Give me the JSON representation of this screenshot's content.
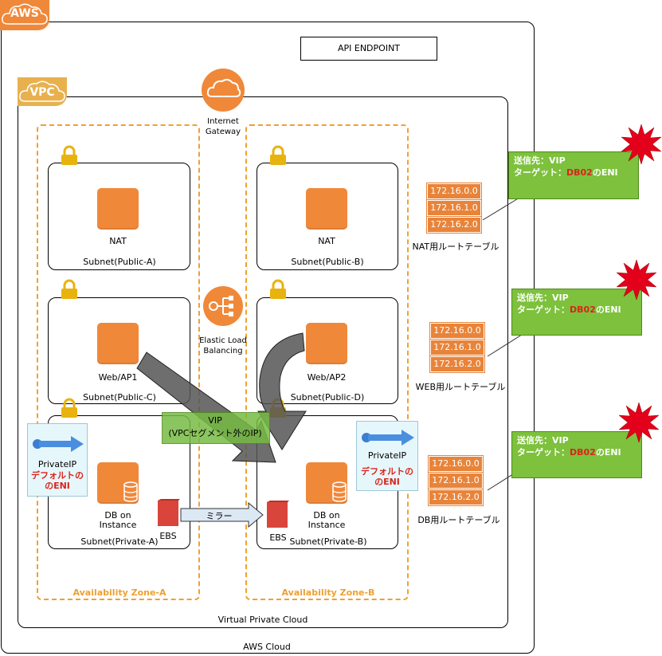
{
  "badges": {
    "aws": "AWS",
    "vpc": "VPC"
  },
  "api_endpoint": "API ENDPOINT",
  "aws_cloud": "AWS Cloud",
  "vpc_label": "Virtual Private Cloud",
  "igw": {
    "line1": "Internet",
    "line2": "Gateway"
  },
  "elb": {
    "line1": "Elastic Load",
    "line2": "Balancing"
  },
  "zones": {
    "a": "Availability Zone-A",
    "b": "Availability Zone-B"
  },
  "subnets": {
    "public_a": "Subnet(Public-A)",
    "public_b": "Subnet(Public-B)",
    "public_c": "Subnet(Public-C)",
    "public_d": "Subnet(Public-D)",
    "private_a": "Subnet(Private-A)",
    "private_b": "Subnet(Private-B)"
  },
  "instances": {
    "nat_a": "NAT",
    "nat_b": "NAT",
    "web_ap1": "Web/AP1",
    "web_ap2": "Web/AP2",
    "db_a_1": "DB on",
    "db_a_2": "Instance",
    "db_b_1": "DB on",
    "db_b_2": "Instance"
  },
  "ebs": {
    "a": "EBS",
    "b": "EBS"
  },
  "mirror": "ミラー",
  "vip": {
    "line1": "VIP",
    "line2": "(VPCセグメント外のIP)"
  },
  "eni": {
    "a": {
      "ip": "PrivateIP",
      "line1": "デフォルトの",
      "line2": "のENI"
    },
    "b": {
      "ip": "PrivateIP",
      "line1": "デフォルトの",
      "line2": "のENI"
    }
  },
  "route_tables": [
    {
      "caption": "NAT用ルートテーブル",
      "rows": [
        "172.16.0.0",
        "172.16.1.0",
        "172.16.2.0"
      ]
    },
    {
      "caption": "WEB用ルートテーブル",
      "rows": [
        "172.16.0.0",
        "172.16.1.0",
        "172.16.2.0"
      ]
    },
    {
      "caption": "DB用ルートテーブル",
      "rows": [
        "172.16.0.0",
        "172.16.1.0",
        "172.16.2.0"
      ]
    }
  ],
  "notes": [
    {
      "line1": "送信先：VIP",
      "line2_prefix": "ターゲット：",
      "line2_red": "DB02",
      "line2_suffix": "のENI"
    },
    {
      "line1": "送信先：VIP",
      "line2_prefix": "ターゲット：",
      "line2_red": "DB02",
      "line2_suffix": "のENI"
    },
    {
      "line1": "送信先：VIP",
      "line2_prefix": "ターゲット：",
      "line2_red": "DB02",
      "line2_suffix": "のENI"
    }
  ],
  "colors": {
    "aws_orange": "#f0883a",
    "lock_gold": "#e8b30e",
    "zone_dash": "#f0a030",
    "note_green": "#7dc13c",
    "alert_red": "#e3001b",
    "ebs_red": "#d9453b",
    "vip_green": "#77bb44"
  }
}
